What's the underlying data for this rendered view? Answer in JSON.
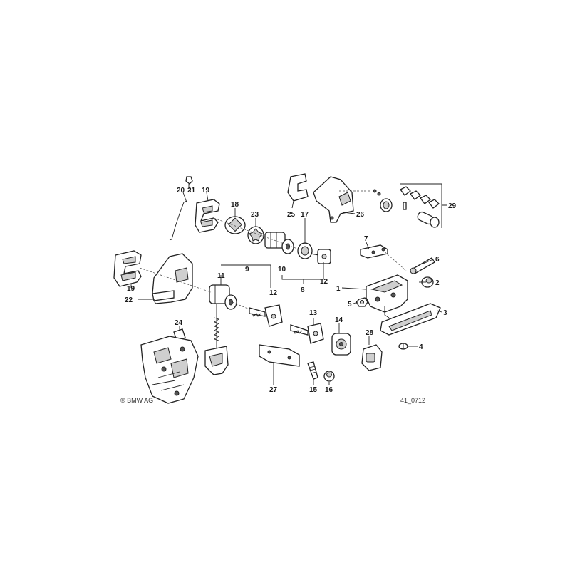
{
  "diagram": {
    "copyright": "© BMW AG",
    "figure_id": "41_0712",
    "callouts": {
      "p1": "1",
      "p2": "2",
      "p3": "3",
      "p4": "4",
      "p5": "5",
      "p6": "6",
      "p7": "7",
      "p8": "8",
      "p9": "9",
      "p10": "10",
      "p11": "11",
      "p12a": "12",
      "p12b": "12",
      "p13": "13",
      "p14": "14",
      "p15": "15",
      "p16": "16",
      "p17": "17",
      "p18": "18",
      "p19a": "19",
      "p19b": "19",
      "p20": "20",
      "p21": "21",
      "p22": "22",
      "p23": "23",
      "p24": "24",
      "p25": "25",
      "p26": "26",
      "p27": "27",
      "p28": "28",
      "p29": "29"
    }
  }
}
